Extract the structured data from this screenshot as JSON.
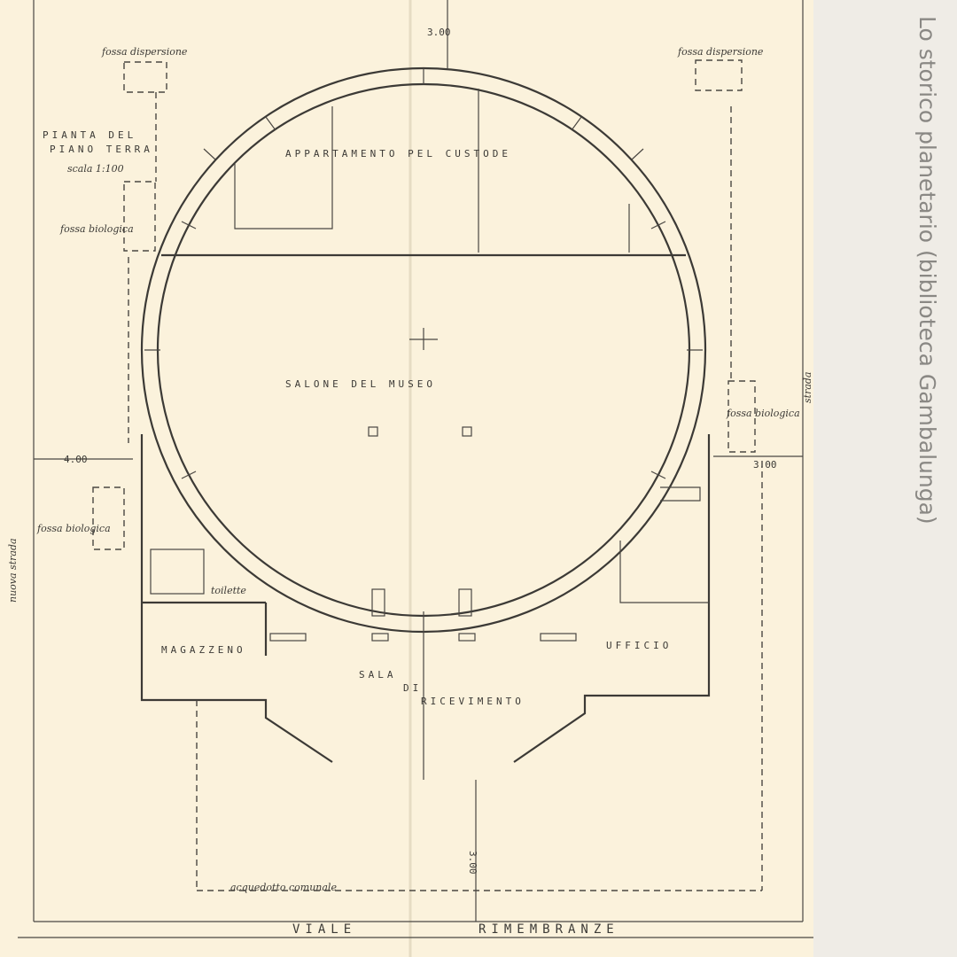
{
  "plan": {
    "title_line1": "PIANTA DEL",
    "title_line2": "PIANO TERRA",
    "scale": "scala 1:100",
    "rooms": {
      "appartamento": "APPARTAMENTO PEL CUSTODE",
      "salone": "SALONE DEL MUSEO",
      "magazzeno": "MAGAZZENO",
      "ufficio": "UFFICIO",
      "sala_line1": "SALA",
      "sala_line2": "DI",
      "sala_line3": "RICEVIMENTO",
      "toilette": "toilette"
    },
    "notes": {
      "fossa_dispersione_left": "fossa dispersione",
      "fossa_dispersione_right": "fossa dispersione",
      "fossa_biologica_upper_left": "fossa biologica",
      "fossa_biologica_lower_left": "fossa biologica",
      "fossa_biologica_right": "fossa biologica",
      "acquedotto": "acquedotto comunale",
      "nuova_strada": "nuova strada",
      "strada_right": "strada"
    },
    "dimensions": {
      "top": "3.00",
      "left": "4.00",
      "right": "3.00",
      "bottom": "3.00"
    },
    "road": {
      "word1": "VIALE",
      "word2": "RIMEMBRANZE"
    }
  },
  "watermark": "Lo storico planetario (biblioteca Gambalunga)"
}
